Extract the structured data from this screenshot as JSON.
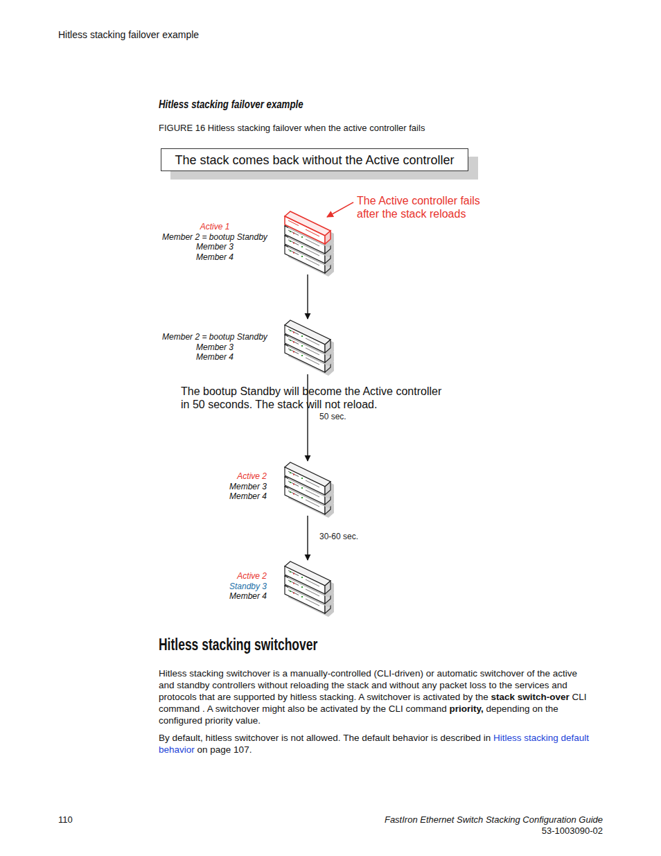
{
  "diagram": {
    "title": "Hitless stacking failover example",
    "caption": "FIGURE 16 Hitless stacking failover when the active controller fails",
    "nodes": [
      {
        "text": [
          "The stack comes back without the Active controller"
        ]
      },
      {
        "text": [
          "Active 1",
          "Member 2 = bootup Standby",
          "Member 3",
          "Member 4"
        ]
      },
      {
        "text": [
          "Member 2 = bootup Standby",
          "Member 3",
          "Member 4"
        ]
      },
      {
        "text": [
          "Active 2",
          "Member 3",
          "Member 4"
        ]
      },
      {
        "text": [
          "Active 2",
          "Standby 3",
          "Member 4"
        ]
      }
    ],
    "edges": [
      {
        "from": 1,
        "to": 2,
        "arrow": "to"
      },
      {
        "from": 2,
        "to": 3,
        "label": "50 sec.",
        "arrow": "to"
      },
      {
        "from": 3,
        "to": 4,
        "label": "30-60 sec.",
        "arrow": "to"
      }
    ],
    "labels": [
      "Hitless stacking failover example",
      "The Active controller fails after the stack reloads",
      "The bootup Standby will become the Active controller in 50 seconds. The stack will not reload.",
      "Hitless stacking switchover",
      "Hitless stacking switchover is a manually-controlled (CLI-driven) or automatic switchover of the active and standby controllers without reloading the stack and without any packet loss to the services and protocols that are supported by hitless stacking. A switchover is activated by the",
      "stack switch-over",
      "CLI command . A switchover might also be activated by the CLI command",
      "priority,",
      "depending on the configured priority value.",
      "By default, hitless switchover is not allowed. The default behavior is described in",
      "Hitless stacking default behavior",
      "on page 107.",
      "110",
      "FastIron Ethernet Switch Stacking Configuration Guide",
      "53-1003090-02"
    ]
  }
}
